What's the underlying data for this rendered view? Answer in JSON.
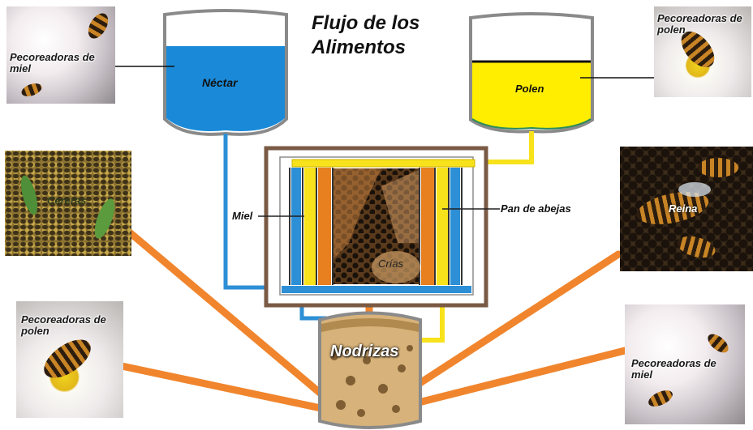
{
  "title": {
    "line1": "Flujo de los",
    "line2": "Alimentos"
  },
  "tanks": {
    "nectar": "Néctar",
    "polen": "Polen"
  },
  "hive": {
    "brood": "Crías",
    "honey_label": "Miel",
    "bread_label": "Pan de abejas"
  },
  "nurses": "Nodrizas",
  "photos": {
    "honey_foragers_top": "Pecoreadoras de miel",
    "pollen_foragers_top": "Pecoreadoras de polen",
    "wax_workers": "Cereras",
    "queen": "Reina",
    "pollen_foragers_bottom": "Pecoreadoras de polen",
    "honey_foragers_bottom": "Pecoreadoras de miel"
  },
  "colors": {
    "nectar": "#1a8ad8",
    "pollen": "#ffee00",
    "flow": "#f0852d",
    "pipe_blue": "#2d8fd6",
    "pipe_yellow": "#f7e21b",
    "frame": "#7a5a44"
  }
}
